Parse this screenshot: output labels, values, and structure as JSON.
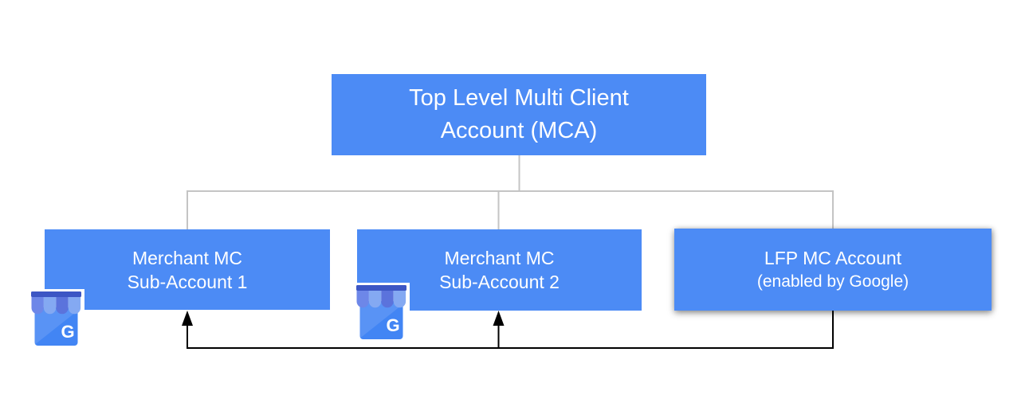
{
  "diagram": {
    "nodes": {
      "mca": {
        "line1": "Top Level Multi Client",
        "line2": "Account (MCA)"
      },
      "sub1": {
        "line1": "Merchant MC",
        "line2": "Sub-Account 1"
      },
      "sub2": {
        "line1": "Merchant MC",
        "line2": "Sub-Account 2"
      },
      "lfp": {
        "line1": "LFP MC Account",
        "line2": "(enabled by Google)"
      }
    },
    "icons": {
      "business_profile_label": "Google Business Profile storefront",
      "g_letter": "G"
    },
    "colors": {
      "node_fill": "#4C8BF5",
      "node_text": "#FFFFFF",
      "hierarchy_line": "#C4C4C4",
      "flow_line": "#000000",
      "icon_bar": "#3C56C4",
      "icon_scallop_dark_a": "#6D87E8",
      "icon_scallop_light": "#84A9F2",
      "icon_scallop_dark_b": "#5B73DC",
      "icon_body": "#4285F4"
    }
  }
}
